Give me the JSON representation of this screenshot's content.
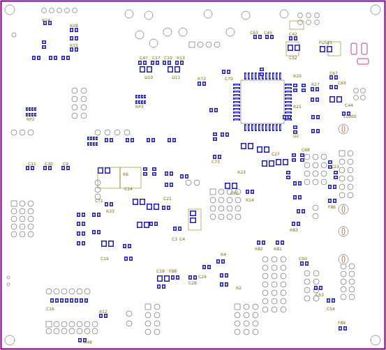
{
  "diagram": {
    "labels": [
      "R24",
      "R28",
      "R15",
      "C47",
      "C17",
      "C10",
      "R13",
      "D10",
      "D11",
      "R73",
      "C70",
      "C63",
      "C45",
      "C42",
      "C52",
      "FUSE1",
      "C67",
      "C65",
      "C44",
      "L1000",
      "RP2",
      "RP3",
      "R27",
      "R20",
      "R21",
      "C60",
      "R23",
      "C11",
      "C30",
      "C9",
      "R4",
      "R2",
      "C18",
      "F88",
      "C28",
      "C29",
      "C15",
      "C16",
      "R12",
      "R48",
      "C50",
      "C53",
      "C54",
      "F89",
      "F86",
      "C23",
      "R83",
      "R82",
      "R81",
      "R14",
      "C3",
      "C4",
      "C21",
      "R6",
      "C14",
      "CT1",
      "R33",
      "C73",
      "C27",
      "C68",
      "D2"
    ]
  }
}
